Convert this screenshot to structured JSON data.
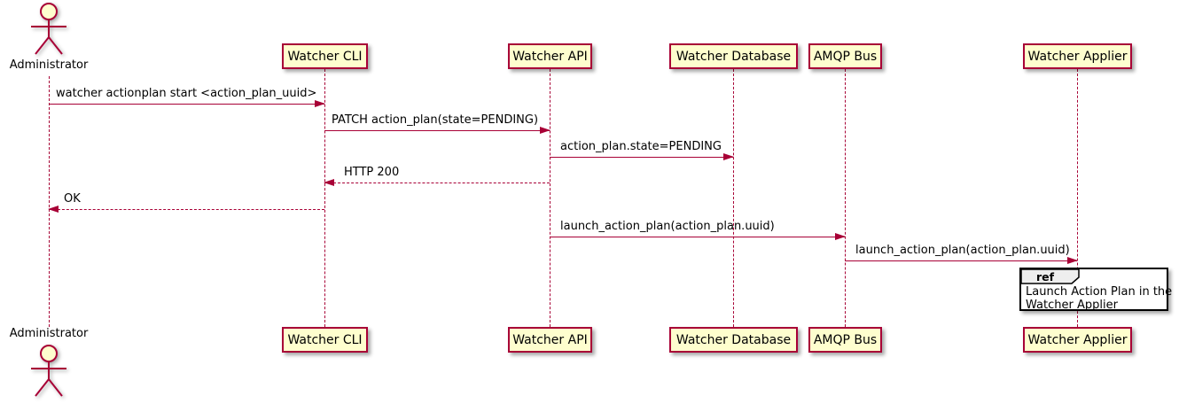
{
  "diagram": {
    "type": "sequence-diagram",
    "colors": {
      "participant_fill": "#FEFECE",
      "participant_border": "#A80036",
      "line_color": "#A80036",
      "text_color": "#000000",
      "ref_fill": "#FFFFFF",
      "ref_border": "#000000",
      "ref_tab_fill": "#EEEEEE"
    },
    "actors": [
      {
        "name": "Administrator"
      }
    ],
    "participants": [
      {
        "label": "Watcher CLI"
      },
      {
        "label": "Watcher API"
      },
      {
        "label": "Watcher Database"
      },
      {
        "label": "AMQP Bus"
      },
      {
        "label": "Watcher Applier"
      }
    ],
    "messages": [
      {
        "text": "watcher actionplan start <action_plan_uuid>",
        "from": "Administrator",
        "to": "Watcher CLI",
        "style": "solid"
      },
      {
        "text": "PATCH action_plan(state=PENDING)",
        "from": "Watcher CLI",
        "to": "Watcher API",
        "style": "solid"
      },
      {
        "text": "action_plan.state=PENDING",
        "from": "Watcher API",
        "to": "Watcher Database",
        "style": "solid"
      },
      {
        "text": "HTTP 200",
        "from": "Watcher API",
        "to": "Watcher CLI",
        "style": "dashed"
      },
      {
        "text": "OK",
        "from": "Watcher CLI",
        "to": "Administrator",
        "style": "dashed"
      },
      {
        "text": "launch_action_plan(action_plan.uuid)",
        "from": "Watcher API",
        "to": "AMQP Bus",
        "style": "solid"
      },
      {
        "text": "launch_action_plan(action_plan.uuid)",
        "from": "AMQP Bus",
        "to": "Watcher Applier",
        "style": "solid"
      }
    ],
    "ref_box": {
      "tag": "ref",
      "line1": "Launch Action Plan in the",
      "line2": "Watcher Applier"
    }
  }
}
